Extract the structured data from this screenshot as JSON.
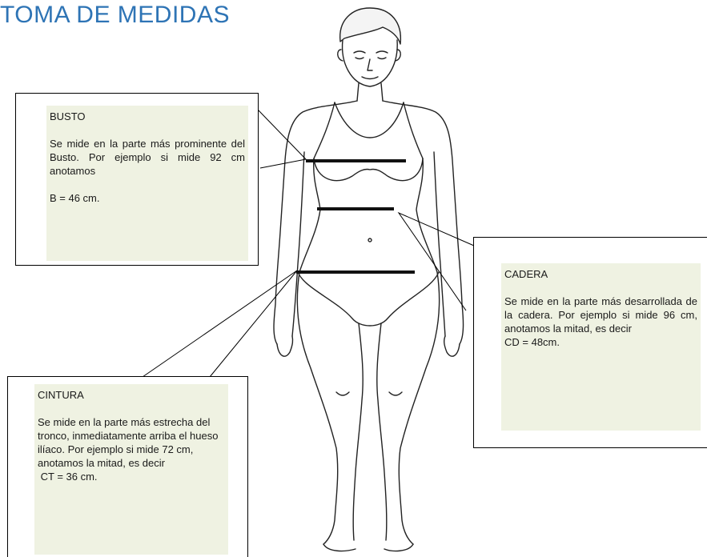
{
  "title": "TOMA DE MEDIDAS",
  "busto": {
    "heading": "BUSTO",
    "text": "Se mide en la parte más prominente del Busto. Por ejemplo si mide 92 cm anotamos",
    "formula": "B = 46 cm."
  },
  "cadera": {
    "heading": "CADERA",
    "text": "Se mide en la parte más desarrollada de la cadera. Por ejemplo si mide 96 cm, anotamos la mitad, es decir",
    "formula": "CD = 48cm."
  },
  "cintura": {
    "heading": "CINTURA",
    "text": "Se mide en la parte más estrecha del tronco, inmediatamente arriba el hueso ilíaco. Por ejemplo si mide 72 cm, anotamos la mitad, es decir",
    "formula": " CT = 36 cm."
  }
}
